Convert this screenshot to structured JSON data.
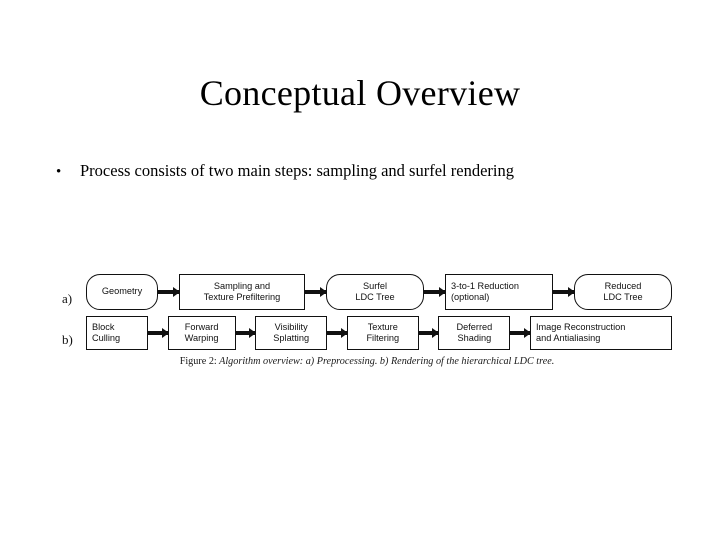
{
  "slide": {
    "title": "Conceptual Overview",
    "bullets": [
      {
        "marker": "•",
        "text": "Process consists of two main steps: sampling and surfel rendering"
      }
    ]
  },
  "figure": {
    "caption_label": "Figure 2:",
    "caption_body": " Algorithm overview: a) Preprocessing. b) Rendering of the hierarchical LDC tree.",
    "rows": [
      {
        "label": "a)",
        "nodes": [
          {
            "shape": "rounded",
            "align": "center",
            "width": 72,
            "lines": [
              "Geometry"
            ]
          },
          {
            "shape": "rect",
            "align": "center",
            "width": 126,
            "lines": [
              "Sampling and",
              "Texture Prefiltering"
            ]
          },
          {
            "shape": "rounded",
            "align": "center",
            "width": 98,
            "lines": [
              "Surfel",
              "LDC Tree"
            ]
          },
          {
            "shape": "rect",
            "align": "left",
            "width": 108,
            "lines": [
              "3-to-1 Reduction",
              "(optional)"
            ]
          },
          {
            "shape": "rounded",
            "align": "center",
            "width": 98,
            "lines": [
              "Reduced",
              "LDC Tree"
            ]
          }
        ]
      },
      {
        "label": "b)",
        "nodes": [
          {
            "shape": "rect",
            "align": "left",
            "width": 62,
            "lines": [
              "Block",
              "Culling"
            ]
          },
          {
            "shape": "rect",
            "align": "center",
            "width": 68,
            "lines": [
              "Forward",
              "Warping"
            ]
          },
          {
            "shape": "rect",
            "align": "center",
            "width": 72,
            "lines": [
              "Visibility",
              "Splatting"
            ]
          },
          {
            "shape": "rect",
            "align": "center",
            "width": 72,
            "lines": [
              "Texture",
              "Filtering"
            ]
          },
          {
            "shape": "rect",
            "align": "center",
            "width": 72,
            "lines": [
              "Deferred",
              "Shading"
            ]
          },
          {
            "shape": "rect",
            "align": "left",
            "width": 142,
            "lines": [
              "Image Reconstruction",
              "and Antialiasing"
            ]
          }
        ]
      }
    ]
  },
  "colors": {
    "background": "#ffffff",
    "text": "#000000",
    "figure_ink": "#111111"
  }
}
